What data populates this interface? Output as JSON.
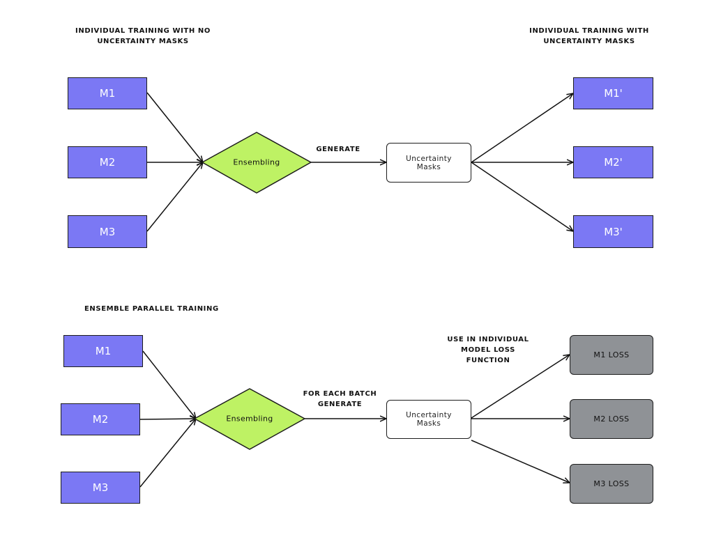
{
  "top_section": {
    "heading_left": [
      "INDIVIDUAL TRAINING WITH NO",
      "UNCERTAINTY MASKS"
    ],
    "heading_right": [
      "INDIVIDUAL TRAINING WITH",
      "UNCERTAINTY MASKS"
    ],
    "models": [
      "M1",
      "M2",
      "M3"
    ],
    "ensembling_label": "Ensembling",
    "edge_label": "GENERATE",
    "masks_label": [
      "Uncertainty",
      "Masks"
    ],
    "outputs": [
      "M1'",
      "M2'",
      "M3'"
    ]
  },
  "bottom_section": {
    "heading": "ENSEMBLE PARALLEL TRAINING",
    "models": [
      "M1",
      "M2",
      "M3"
    ],
    "ensembling_label": "Ensembling",
    "edge_label": [
      "FOR EACH BATCH",
      "GENERATE"
    ],
    "masks_label": [
      "Uncertainty",
      "Masks"
    ],
    "use_label": [
      "USE IN INDIVIDUAL",
      "MODEL LOSS",
      "FUNCTION"
    ],
    "outputs": [
      "M1 LOSS",
      "M2 LOSS",
      "M3 LOSS"
    ]
  },
  "colors": {
    "model_fill": "#7b78f4",
    "ensemble_fill": "#bef264",
    "loss_fill": "#8f9296",
    "stroke": "#1c1c1c"
  }
}
